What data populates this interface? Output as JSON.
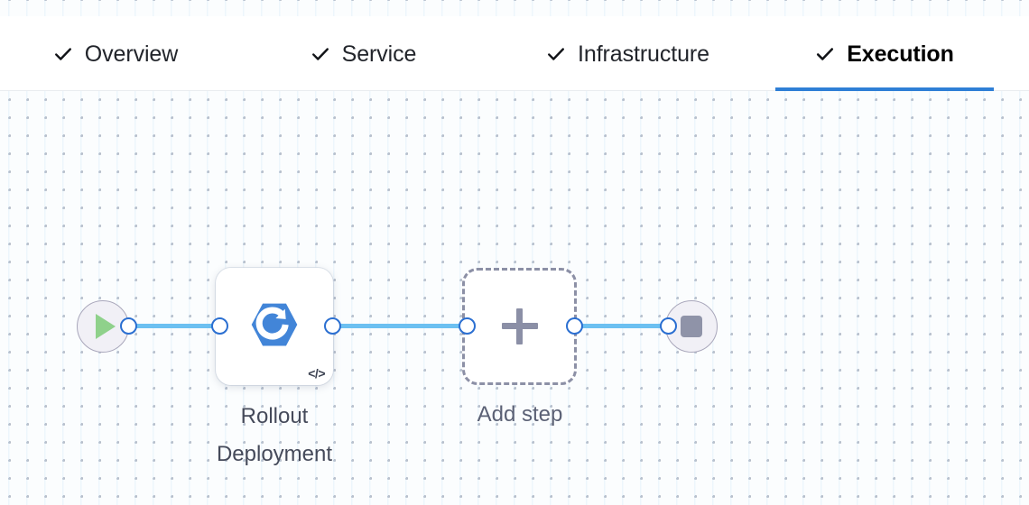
{
  "tabs": [
    {
      "id": "overview",
      "label": "Overview",
      "icon": "check-icon",
      "completed": true,
      "active": false
    },
    {
      "id": "service",
      "label": "Service",
      "icon": "check-icon",
      "completed": true,
      "active": false
    },
    {
      "id": "infrastructure",
      "label": "Infrastructure",
      "icon": "check-icon",
      "completed": true,
      "active": false
    },
    {
      "id": "execution",
      "label": "Execution",
      "icon": "check-icon",
      "completed": true,
      "active": true
    }
  ],
  "canvas": {
    "background_color": "#fbfdfe",
    "dot_color": "#b6bdc9",
    "grid_spacing": "20px"
  },
  "flow": {
    "nodes": [
      {
        "id": "start",
        "type": "start-node",
        "icon": "play-icon",
        "label": ""
      },
      {
        "id": "rollout",
        "type": "step-node",
        "icon": "rollout-deployment-icon",
        "label": "Rollout\nDeployment",
        "badge_icon": "code-icon",
        "badge_text": "</>"
      },
      {
        "id": "add",
        "type": "add-step-node",
        "icon": "plus-icon",
        "label": "Add step"
      },
      {
        "id": "end",
        "type": "end-node",
        "icon": "stop-icon",
        "label": ""
      }
    ],
    "edges": [
      {
        "id": "edge-1",
        "from": "start",
        "to": "rollout"
      },
      {
        "id": "edge-2",
        "from": "rollout",
        "to": "add"
      },
      {
        "id": "edge-3",
        "from": "add",
        "to": "end"
      }
    ],
    "colors": {
      "edge": "#6cc0f1",
      "port_ring": "#2b6fd1",
      "play": "#8fd18b",
      "stop": "#8f93a8",
      "node_icon": "#4285d8",
      "active_tab_underline": "#2f7fd6"
    }
  }
}
